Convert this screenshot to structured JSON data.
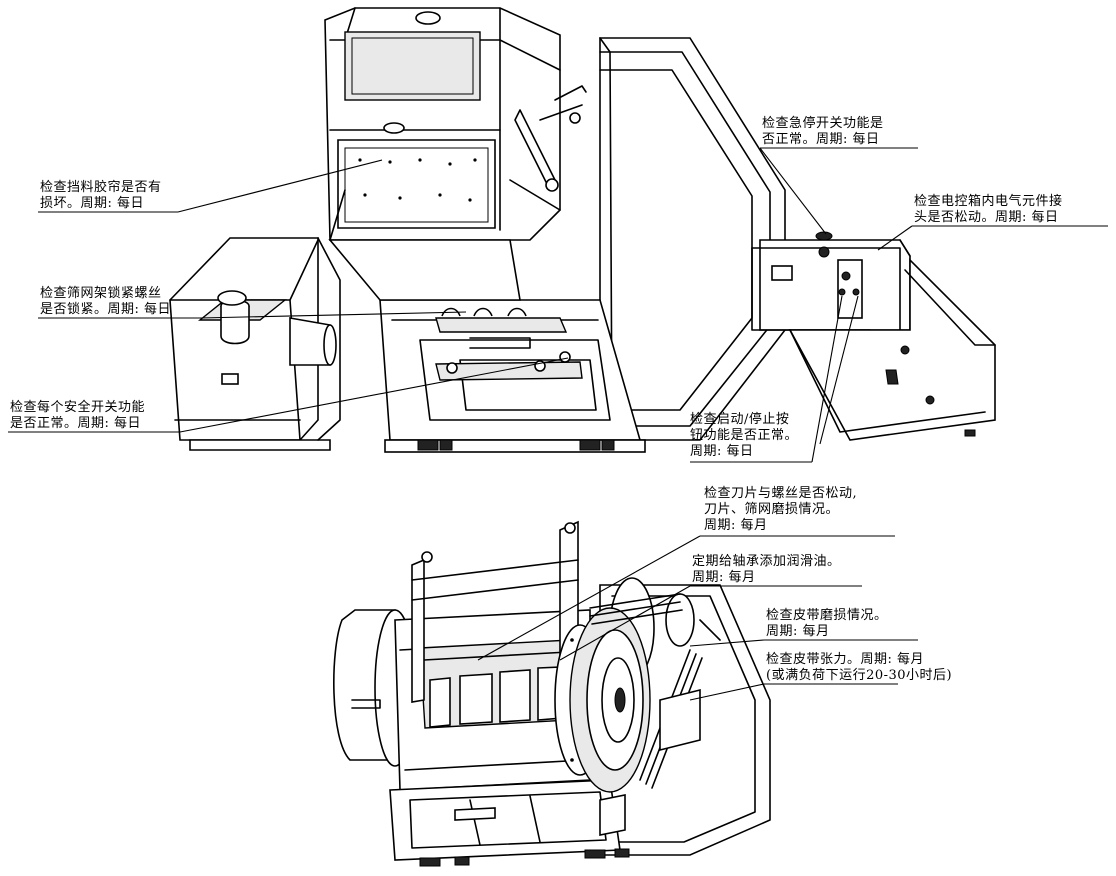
{
  "annotations": {
    "curtain": "检查挡料胶帘是否有\n损坏。周期: 每日",
    "screen_bolts": "检查筛网架锁紧螺丝\n是否锁紧。周期: 每日",
    "safety_switch": "检查每个安全开关功能\n是否正常。周期: 每日",
    "emergency_stop": "检查急停开关功能是\n否正常。周期: 每日",
    "electrical": "检查电控箱内电气元件接\n头是否松动。周期: 每日",
    "start_stop": "检查启动/停止按\n钮功能是否正常。\n周期: 每日",
    "blades": "检查刀片与螺丝是否松动,\n刀片、筛网磨损情况。\n周期: 每月",
    "bearing": "定期给轴承添加润滑油。\n周期: 每月",
    "belt_wear": "检查皮带磨损情况。\n周期: 每月",
    "belt_tension": "检查皮带张力。周期: 每月\n(或满负荷下运行20-30小时后)"
  }
}
